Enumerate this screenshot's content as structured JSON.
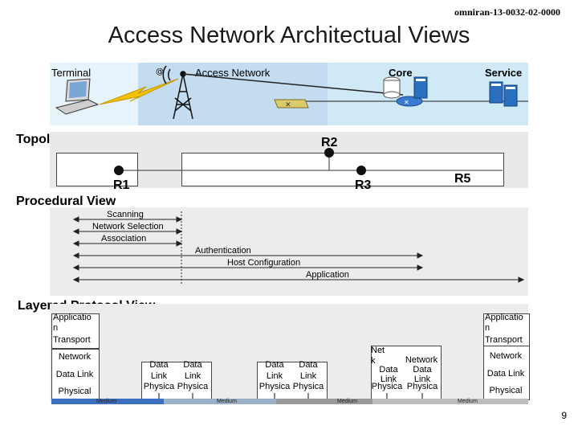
{
  "doc_id": "omniran-13-0032-02-0000",
  "title": "Access Network Architectual Views",
  "header": {
    "terminal": "Terminal",
    "access_network": "Access Network",
    "core": "Core",
    "service": "Service"
  },
  "topology": {
    "label": "Topology View",
    "r1": "R1",
    "r2": "R2",
    "r3": "R3",
    "r5": "R5"
  },
  "procedural": {
    "label": "Procedural View",
    "steps": [
      "Scanning",
      "Network Selection",
      "Association",
      "Authentication",
      "Host Configuration",
      "Application"
    ]
  },
  "layered": {
    "label": "Layered Protocol View",
    "left_stack": [
      "Applicatio n",
      "Transport",
      "Network",
      "Data Link",
      "Physical"
    ],
    "right_stack": [
      "Applicatio n",
      "Transport",
      "Network",
      "Data Link",
      "Physical"
    ],
    "relay1": {
      "data": "Data",
      "link": "Link",
      "phys": "Physica l"
    },
    "relay3": {
      "net_left": "Net k",
      "net_right": "Network",
      "data": "Data",
      "link": "Link",
      "phys": "Physica l"
    },
    "medium": "Medium"
  },
  "page_number": "9"
}
